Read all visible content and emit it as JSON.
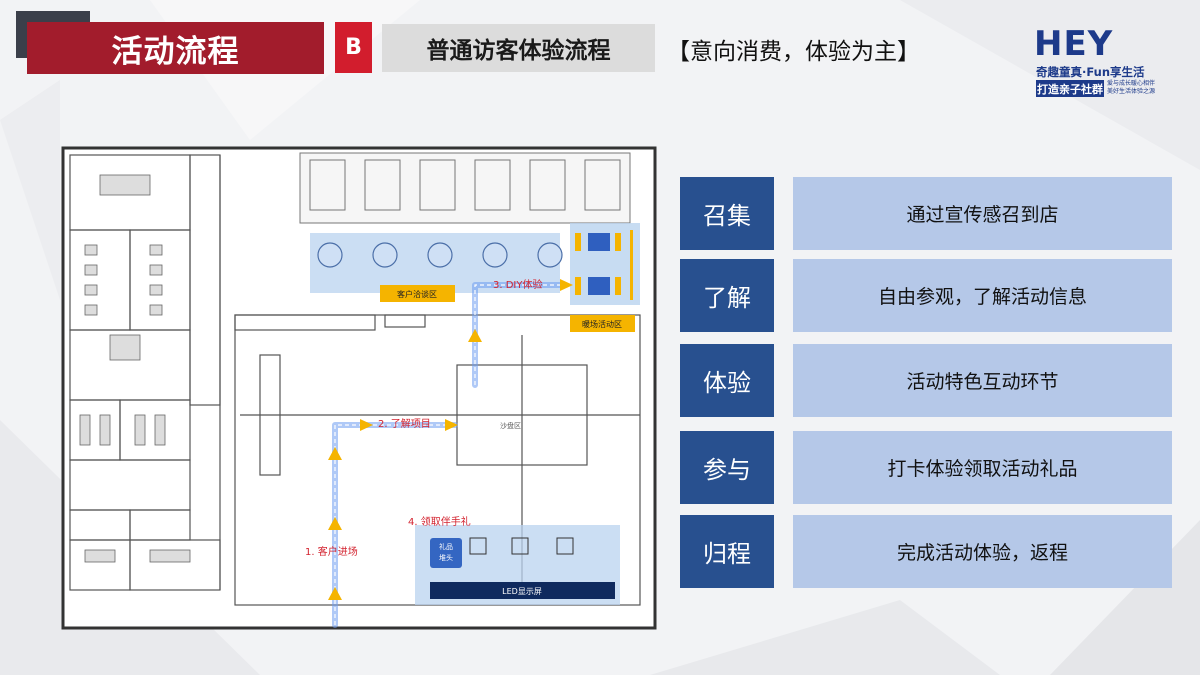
{
  "header": {
    "title": "活动流程",
    "badge": "B",
    "subtitle": "普通访客体验流程",
    "note": "【意向消费，体验为主】"
  },
  "logo": {
    "brand": "HEY",
    "tagline": "奇趣童真·Fun享生活",
    "box": "打造亲子社群",
    "mini1": "爱与成长暖心相伴",
    "mini2": "美好生活体验之源"
  },
  "plan": {
    "zone_negotiation": "客户洽谈区",
    "zone_warm": "暖场活动区",
    "step1": "1. 客户进场",
    "step2": "2. 了解项目",
    "step3": "3. DIY体验",
    "step4": "4. 领取伴手礼",
    "gift_box": "礼品堆头",
    "led": "LED显示屏",
    "center_label": "沙盘区"
  },
  "steps": [
    {
      "key": "召集",
      "value": "通过宣传感召到店"
    },
    {
      "key": "了解",
      "value": "自由参观，了解活动信息"
    },
    {
      "key": "体验",
      "value": "活动特色互动环节"
    },
    {
      "key": "参与",
      "value": "打卡体验领取活动礼品"
    },
    {
      "key": "归程",
      "value": "完成活动体验，返程"
    }
  ],
  "colors": {
    "title_bg": "#a21c2c",
    "badge_bg": "#d21d2d",
    "step_key_bg": "#28508f",
    "step_value_bg": "#b5c8e8",
    "flow_arrow": "#f5b400",
    "flow_path": "#6e9cf0"
  }
}
